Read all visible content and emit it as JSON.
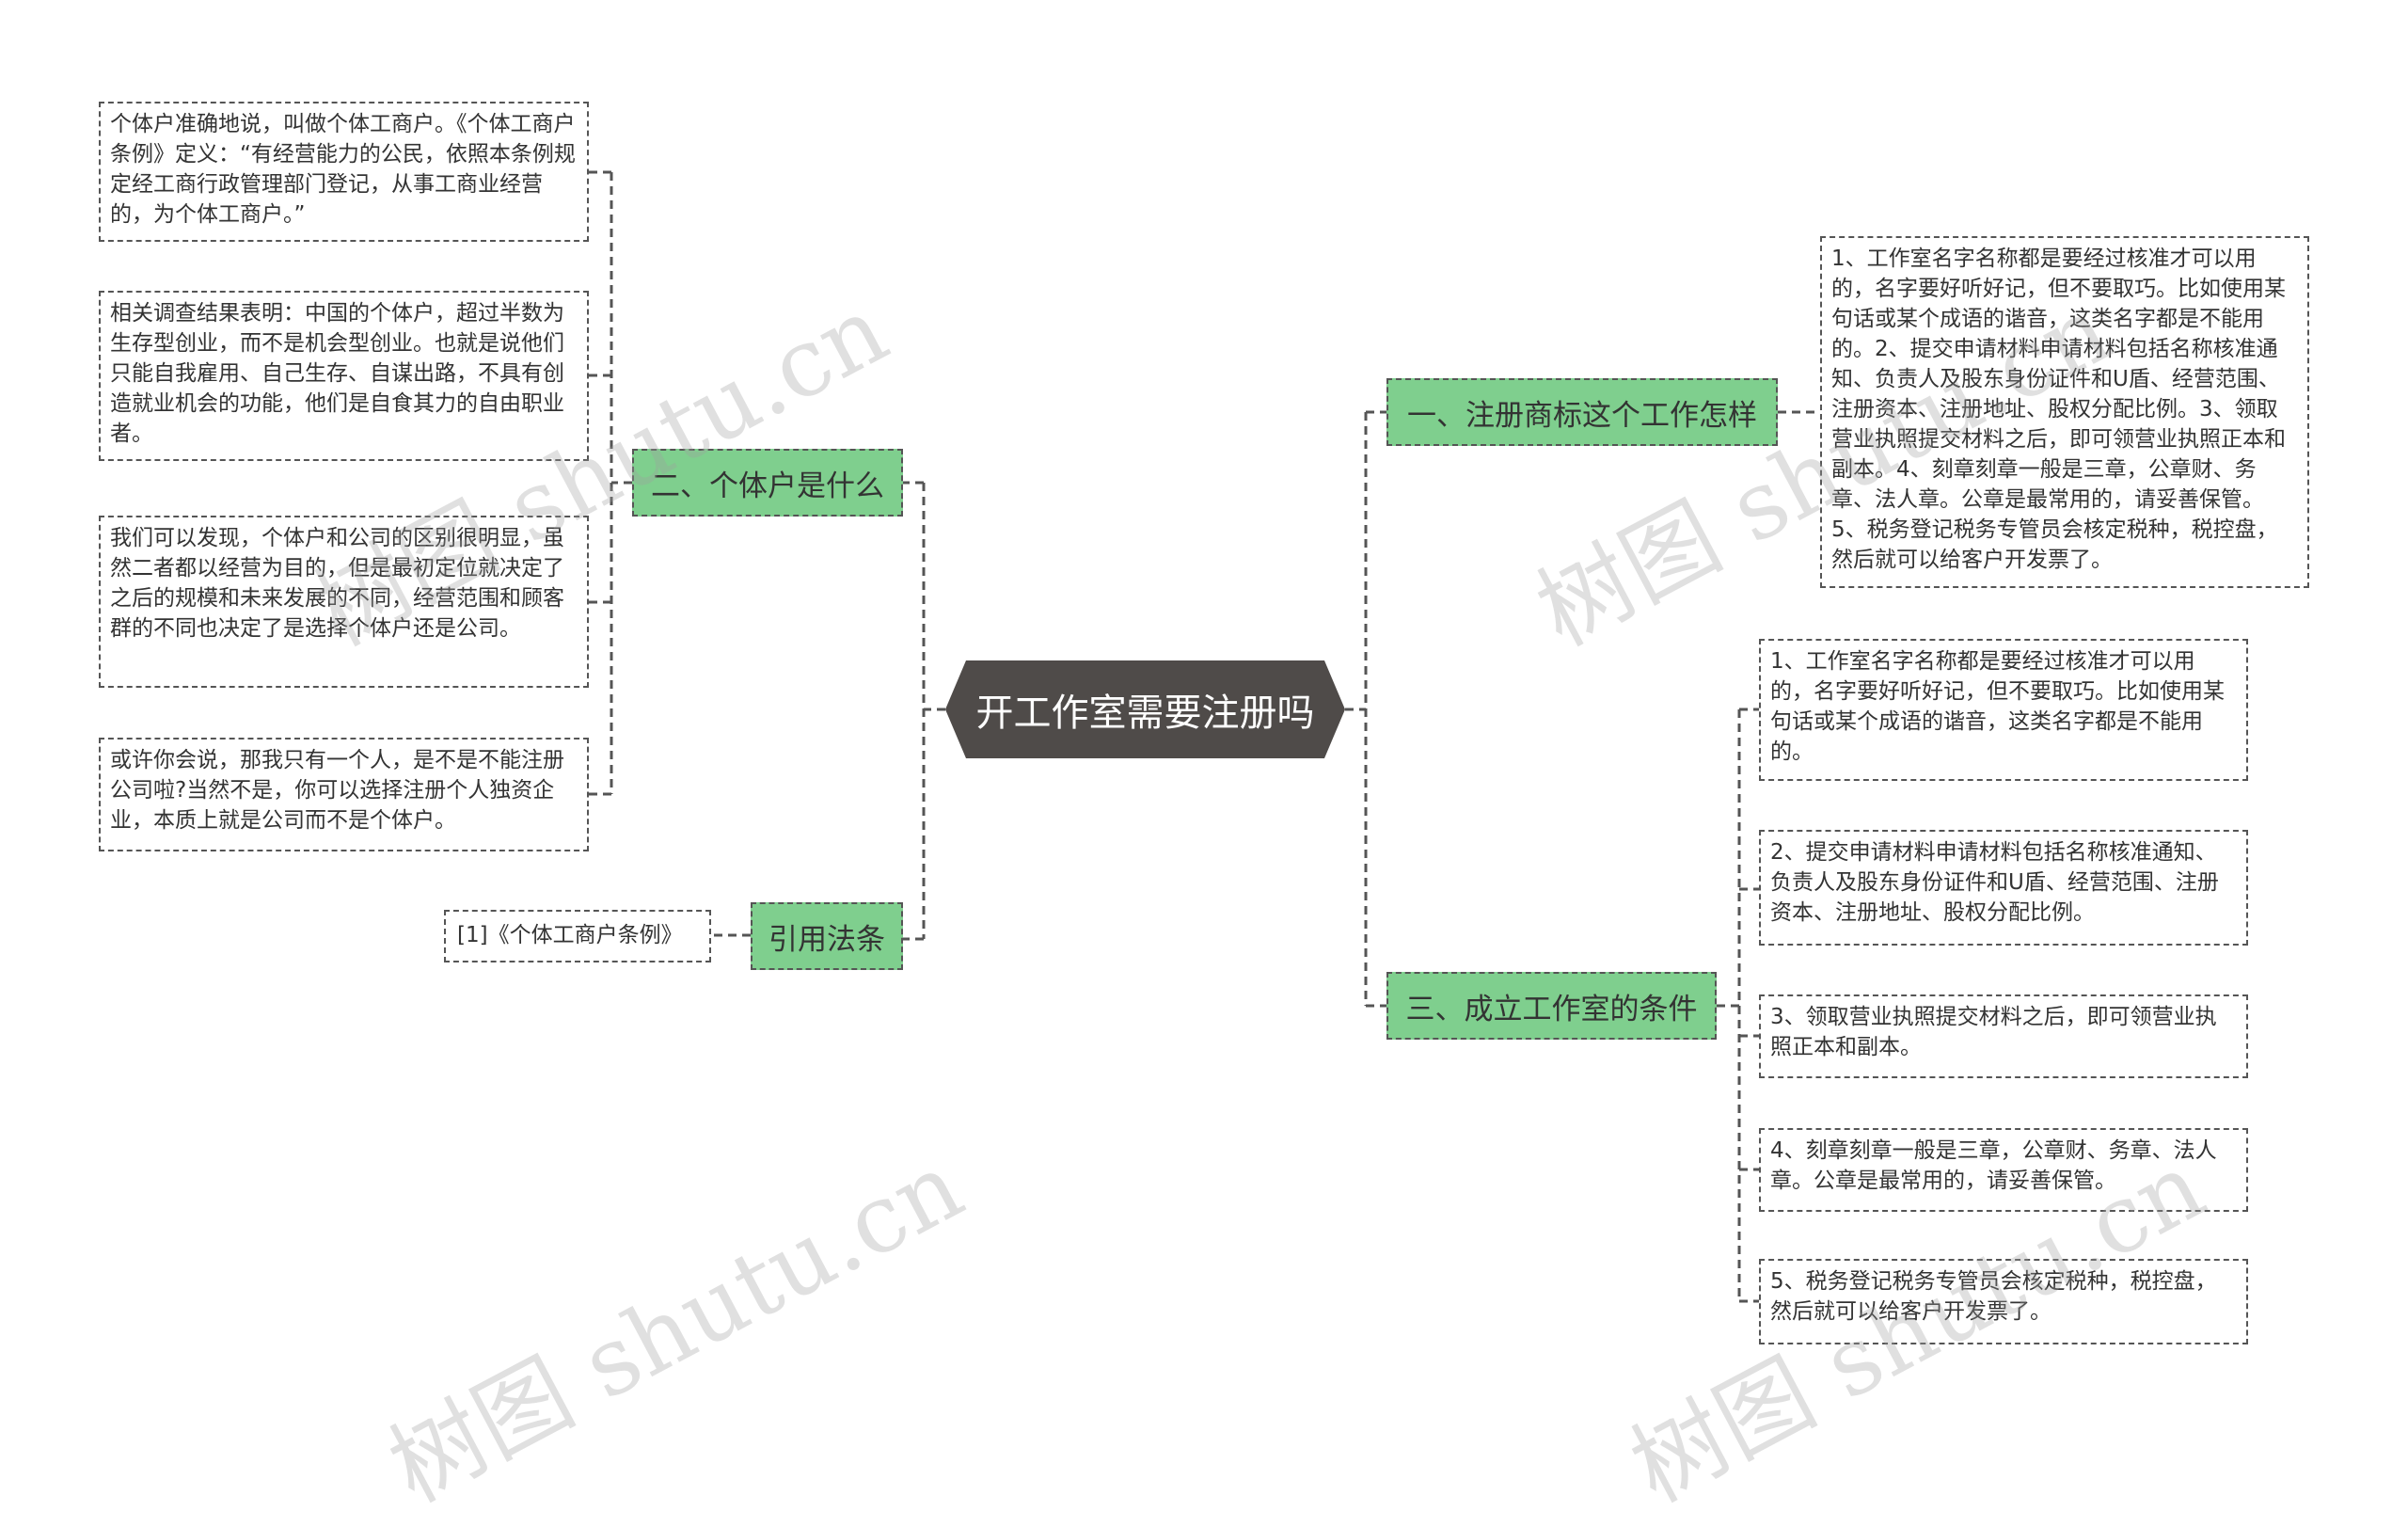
{
  "root": {
    "title": "开工作室需要注册吗"
  },
  "left": [
    {
      "label": "二、个体户是什么",
      "children": [
        "个体户准确地说，叫做个体工商户。《个体工商户条例》定义：“有经营能力的公民，依照本条例规定经工商行政管理部门登记，从事工商业经营的，为个体工商户。”",
        "相关调查结果表明：中国的个体户，超过半数为生存型创业，而不是机会型创业。也就是说他们只能自我雇用、自己生存、自谋出路，不具有创造就业机会的功能，他们是自食其力的自由职业者。",
        "我们可以发现，个体户和公司的区别很明显，虽然二者都以经营为目的，但是最初定位就决定了之后的规模和未来发展的不同，经营范围和顾客群的不同也决定了是选择个体户还是公司。",
        "或许你会说，那我只有一个人，是不是不能注册公司啦?当然不是，你可以选择注册个人独资企业，本质上就是公司而不是个体户。"
      ]
    },
    {
      "label": "引用法条",
      "children": [
        "[1]《个体工商户条例》"
      ]
    }
  ],
  "right": [
    {
      "label": "一、注册商标这个工作怎样",
      "children": [
        "1、工作室名字名称都是要经过核准才可以用的，名字要好听好记，但不要取巧。比如使用某句话或某个成语的谐音，这类名字都是不能用的。2、提交申请材料申请材料包括名称核准通知、负责人及股东身份证件和U盾、经营范围、注册资本、注册地址、股权分配比例。3、领取营业执照提交材料之后，即可领营业执照正本和副本。4、刻章刻章一般是三章，公章财、务章、法人章。公章是最常用的，请妥善保管。5、税务登记税务专管员会核定税种，税控盘，然后就可以给客户开发票了。"
      ]
    },
    {
      "label": "三、成立工作室的条件",
      "children": [
        "1、工作室名字名称都是要经过核准才可以用的，名字要好听好记，但不要取巧。比如使用某句话或某个成语的谐音，这类名字都是不能用的。",
        "2、提交申请材料申请材料包括名称核准通知、负责人及股东身份证件和U盾、经营范围、注册资本、注册地址、股权分配比例。",
        "3、领取营业执照提交材料之后，即可领营业执照正本和副本。",
        "4、刻章刻章一般是三章，公章财、务章、法人章。公章是最常用的，请妥善保管。",
        "5、税务登记税务专管员会核定税种，税控盘，然后就可以给客户开发票了。"
      ]
    }
  ],
  "watermark": {
    "text": "树图 shutu.cn"
  }
}
